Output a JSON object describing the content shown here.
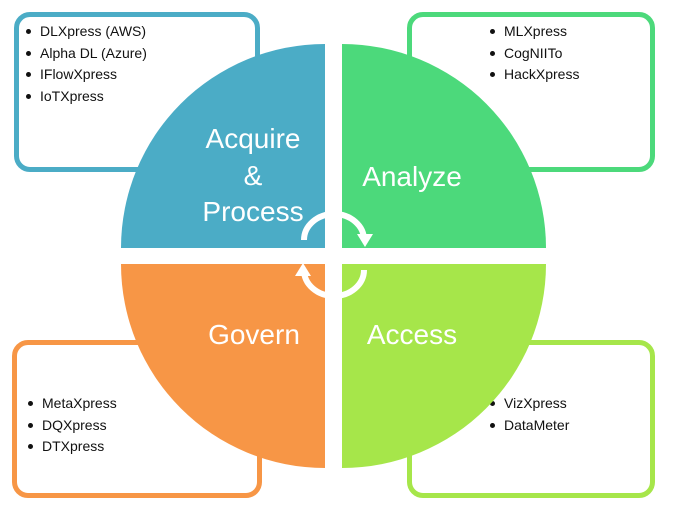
{
  "quadrants": {
    "acquire": {
      "label_lines": [
        "Acquire",
        "&",
        "Process"
      ],
      "color": "#4bacc6",
      "items": [
        "DLXpress (AWS)",
        "Alpha DL (Azure)",
        "IFlowXpress",
        "IoTXpress"
      ]
    },
    "analyze": {
      "label_lines": [
        "Analyze"
      ],
      "color": "#4cd97b",
      "items": [
        "MLXpress",
        "CogNIITo",
        "HackXpress"
      ]
    },
    "govern": {
      "label_lines": [
        "Govern"
      ],
      "color": "#f79646",
      "items": [
        "MetaXpress",
        "DQXpress",
        "DTXpress"
      ]
    },
    "access": {
      "label_lines": [
        "Access"
      ],
      "color": "#a6e64a",
      "items": [
        "VizXpress",
        "DataMeter"
      ]
    }
  },
  "cycle_icon": "circular-arrows-icon"
}
